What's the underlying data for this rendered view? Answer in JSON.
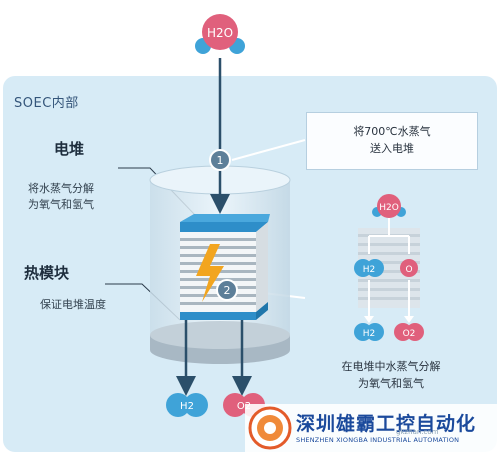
{
  "panel": {
    "title": "SOEC内部"
  },
  "input_molecule": {
    "label": "H2O"
  },
  "stack_block": {
    "heading": "电堆",
    "description_line1": "将水蒸气分解",
    "description_line2": "为氧气和氢气"
  },
  "thermal_block": {
    "heading": "热模块",
    "description": "保证电堆温度"
  },
  "step1": {
    "number": "1",
    "line1": "将700℃水蒸气",
    "line2": "送入电堆"
  },
  "step2": {
    "number": "2",
    "line1": "在电堆中水蒸气分解",
    "line2": "为氧气和氢气"
  },
  "detail_diagram": {
    "input": "H2O",
    "mid_left": "H2",
    "mid_right": "O",
    "out_left": "H2",
    "out_right": "O2"
  },
  "outputs": {
    "left": "H2",
    "right": "O2"
  },
  "watermark": {
    "cn": "深圳雄霸工控自动化",
    "en": "SHENZHEN XIONGBA INDUSTRIAL AUTOMATION",
    "site": "gkzhan.com"
  },
  "colors": {
    "pink": "#e0607c",
    "blue": "#3fa3d8",
    "stack_top": "#2e8ec9",
    "arrow": "#2b4f6a",
    "panel_bg": "#d7ebf6",
    "lightning": "#f2a51f"
  }
}
